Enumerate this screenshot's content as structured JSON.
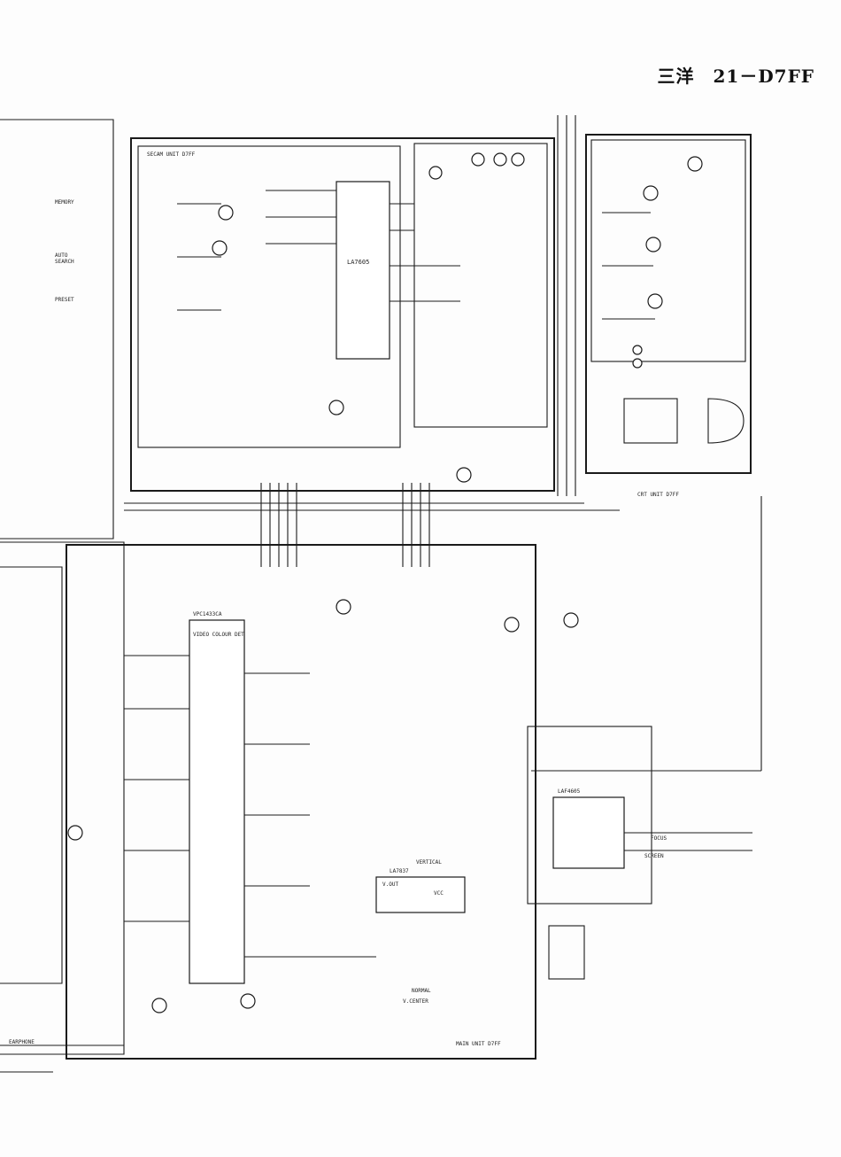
{
  "header": {
    "title": "三洋　21－D7FF"
  },
  "labels": {
    "secam_unit": "SECAM UNIT D7FF",
    "vm_ic": "LA7605",
    "vcd_ic_1": "VPC1433CA",
    "vcd_ic_2": "VIDEO COLOUR DET",
    "vert_ic": "LA7837",
    "vert_sec": "VERTICAL",
    "fbt": "LAF4605",
    "focus": "FOCUS",
    "screen": "SCREEN",
    "earphone": "EARPHONE",
    "main_unit": "MAIN UNIT D7FF",
    "crt_unit": "CRT UNIT D7FF",
    "search": "SEARCH",
    "memory": "MEMORY",
    "auto": "AUTO",
    "preset": "PRESET",
    "normal": "NORMAL",
    "v_center": "V.CENTER",
    "vcc": "VCC",
    "v_out": "V.OUT"
  }
}
